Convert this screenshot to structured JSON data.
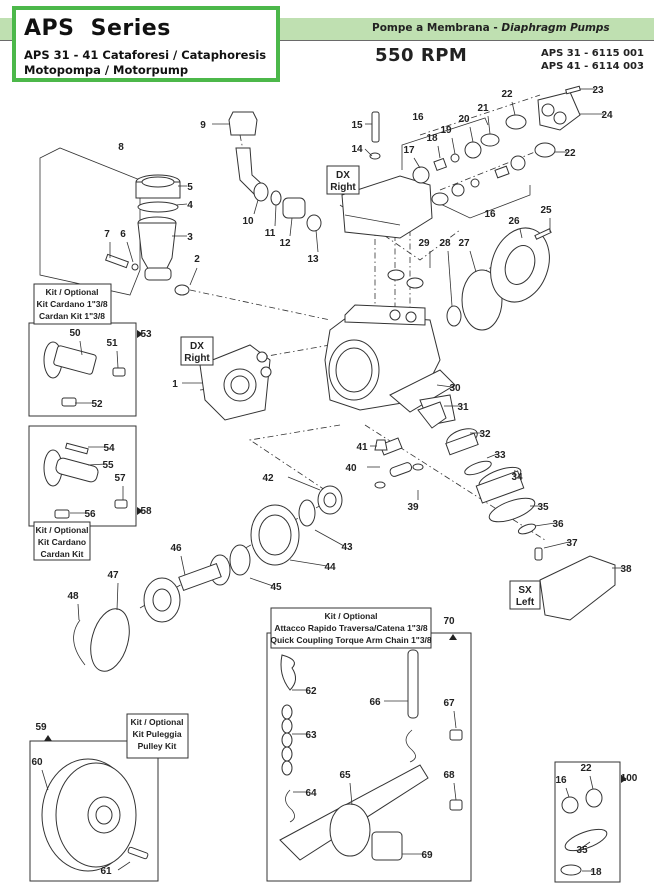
{
  "header": {
    "series_title": "APS  Series",
    "subtitle_line1": "APS 31 - 41 Cataforesi / Cataphoresis",
    "subtitle_line2": "Motopompa / Motorpump",
    "category_it": "Pompe a Membrana - ",
    "category_en": "Diaphragm Pumps",
    "rpm": "550 RPM",
    "codes": [
      "APS 31 - 6115 001",
      "APS 41 - 6114 003"
    ],
    "brand_color": "#4cb84a",
    "band_color": "#bfe0b1"
  },
  "side_tags": {
    "dx_right_top": [
      "DX",
      "Right"
    ],
    "dx_right_mid": [
      "DX",
      "Right"
    ],
    "sx_left": [
      "SX",
      "Left"
    ]
  },
  "kits": {
    "cardan_138": {
      "lines": [
        "Kit / Optional",
        "Kit Cardano 1\"3/8",
        "Cardan Kit 1\"3/8"
      ],
      "ref": "53",
      "parts": [
        "50",
        "51",
        "52"
      ]
    },
    "cardan": {
      "lines": [
        "Kit / Optional",
        "Kit Cardano",
        "Cardan Kit"
      ],
      "ref": "58",
      "parts": [
        "54",
        "55",
        "56",
        "57"
      ]
    },
    "quick_coupling": {
      "lines": [
        "Kit / Optional",
        "Attacco Rapido Traversa/Catena 1\"3/8",
        "Quick Coupling Torque Arm Chain 1\"3/8"
      ],
      "ref": "70",
      "parts": [
        "62",
        "63",
        "64",
        "65",
        "66",
        "67",
        "68",
        "69"
      ]
    },
    "pulley": {
      "lines": [
        "Kit / Optional",
        "Kit Puleggia",
        "Pulley Kit"
      ],
      "ref": "59",
      "parts": [
        "60",
        "61"
      ]
    },
    "repair": {
      "ref": "100",
      "parts": [
        "16",
        "22",
        "35",
        "18"
      ]
    }
  },
  "part_labels": [
    {
      "id": "1"
    },
    {
      "id": "2"
    },
    {
      "id": "3"
    },
    {
      "id": "4"
    },
    {
      "id": "5"
    },
    {
      "id": "6"
    },
    {
      "id": "7"
    },
    {
      "id": "8"
    },
    {
      "id": "9"
    },
    {
      "id": "10"
    },
    {
      "id": "11"
    },
    {
      "id": "12"
    },
    {
      "id": "13"
    },
    {
      "id": "14"
    },
    {
      "id": "15"
    },
    {
      "id": "16"
    },
    {
      "id": "16"
    },
    {
      "id": "17"
    },
    {
      "id": "18"
    },
    {
      "id": "19"
    },
    {
      "id": "20"
    },
    {
      "id": "21"
    },
    {
      "id": "22"
    },
    {
      "id": "22"
    },
    {
      "id": "23"
    },
    {
      "id": "24"
    },
    {
      "id": "25"
    },
    {
      "id": "26"
    },
    {
      "id": "27"
    },
    {
      "id": "28"
    },
    {
      "id": "29"
    },
    {
      "id": "30"
    },
    {
      "id": "31"
    },
    {
      "id": "32"
    },
    {
      "id": "33"
    },
    {
      "id": "34"
    },
    {
      "id": "35"
    },
    {
      "id": "36"
    },
    {
      "id": "37"
    },
    {
      "id": "38"
    },
    {
      "id": "39"
    },
    {
      "id": "40"
    },
    {
      "id": "41"
    },
    {
      "id": "42"
    },
    {
      "id": "43"
    },
    {
      "id": "44"
    },
    {
      "id": "45"
    },
    {
      "id": "46"
    },
    {
      "id": "47"
    },
    {
      "id": "48"
    },
    {
      "id": "50"
    },
    {
      "id": "51"
    },
    {
      "id": "52"
    },
    {
      "id": "53"
    },
    {
      "id": "54"
    },
    {
      "id": "55"
    },
    {
      "id": "56"
    },
    {
      "id": "57"
    },
    {
      "id": "58"
    },
    {
      "id": "59"
    },
    {
      "id": "60"
    },
    {
      "id": "61"
    },
    {
      "id": "62"
    },
    {
      "id": "63"
    },
    {
      "id": "64"
    },
    {
      "id": "65"
    },
    {
      "id": "66"
    },
    {
      "id": "67"
    },
    {
      "id": "68"
    },
    {
      "id": "69"
    },
    {
      "id": "70"
    },
    {
      "id": "16"
    },
    {
      "id": "22"
    },
    {
      "id": "35"
    },
    {
      "id": "18"
    },
    {
      "id": "100"
    }
  ]
}
